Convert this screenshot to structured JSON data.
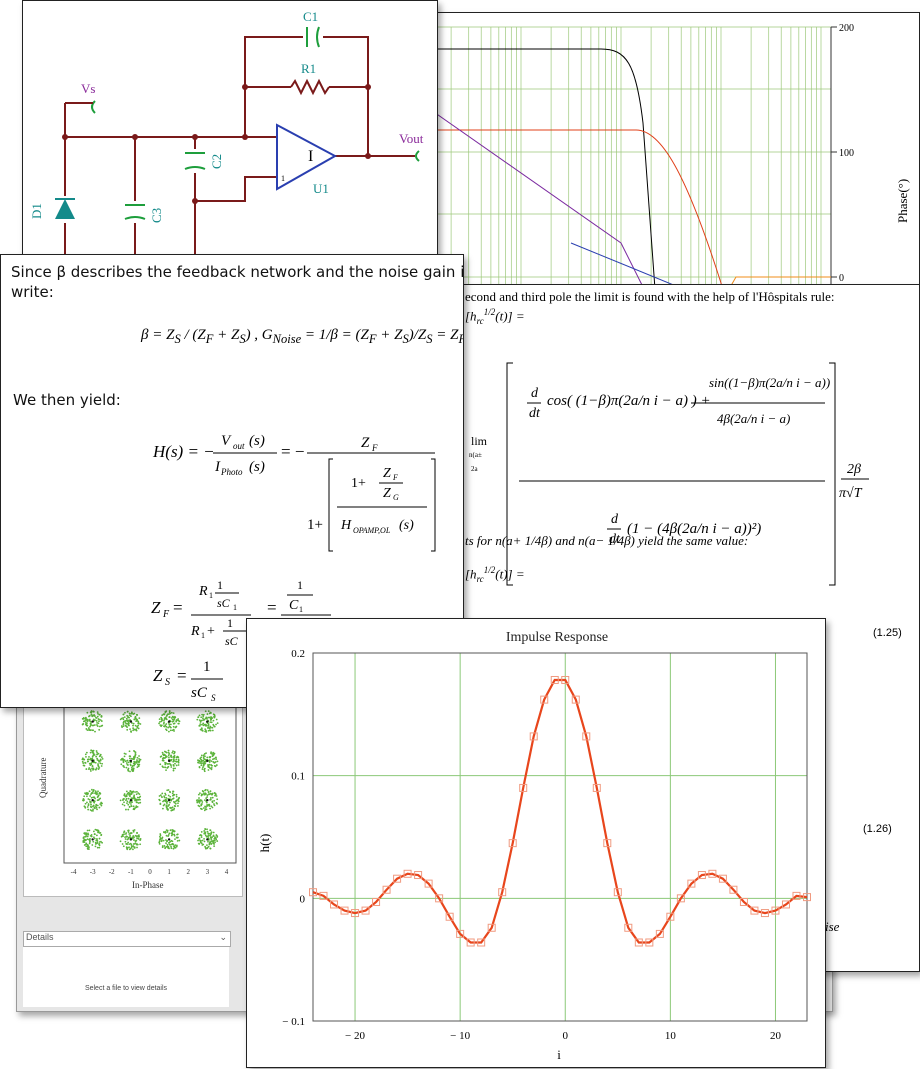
{
  "circuit": {
    "labels": {
      "c1": "C1",
      "r1": "R1",
      "vs": "Vs",
      "vout": "Vout",
      "c2": "C2",
      "u1": "U1",
      "d1": "D1",
      "c3": "C3",
      "opamp_sign": "I",
      "opamp_pin": "1"
    }
  },
  "bode": {
    "right_axis_label": "Phase(°)",
    "right_ticks": [
      "200",
      "100",
      "0"
    ]
  },
  "doc_text": {
    "intro": "Since β describes the feedback network and the noise gain is t",
    "intro2": "write:",
    "then_yield": "We then yield:"
  },
  "pole_doc": {
    "line1": "econd and third pole the limit is found with the help of l'Hôspitals rule:",
    "line2": "ts for n(a+ 1/4β) and n(a− 1/4β) yield the same value:",
    "eq125": "(1.25)",
    "eq126": "(1.26)",
    "trailing": "ise"
  },
  "constellation": {
    "x_label": "In-Phase",
    "y_label": "Quadrature",
    "x_ticks": [
      "-4",
      "-3",
      "-2",
      "-1",
      "0",
      "1",
      "2",
      "3",
      "4"
    ],
    "details_label": "Details",
    "select_file": "Select a file to view details"
  },
  "chart_data": {
    "type": "line",
    "title": "Impulse Response",
    "xlabel": "i",
    "ylabel": "h(t)",
    "xlim": [
      -24,
      23
    ],
    "ylim": [
      -0.1,
      0.2
    ],
    "x_ticks": [
      -20,
      -10,
      0,
      10,
      20
    ],
    "x_tick_labels": [
      "− 20",
      "− 10",
      "0",
      "10",
      "20"
    ],
    "y_ticks": [
      -0.1,
      0,
      0.1,
      0.2
    ],
    "y_tick_labels": [
      "− 0.1",
      "0",
      "0.1",
      "0.2"
    ],
    "grid": true,
    "series": [
      {
        "color": "#e8461c",
        "x": [
          -24,
          -23,
          -22,
          -21,
          -20,
          -19,
          -18,
          -17,
          -16,
          -15,
          -14,
          -13,
          -12,
          -11,
          -10,
          -9,
          -8,
          -7,
          -6,
          -5,
          -4,
          -3,
          -2,
          -1,
          0,
          1,
          2,
          3,
          4,
          5,
          6,
          7,
          8,
          9,
          10,
          11,
          12,
          13,
          14,
          15,
          16,
          17,
          18,
          19,
          20,
          21,
          22,
          23
        ],
        "values": [
          0.005,
          0.002,
          -0.005,
          -0.01,
          -0.012,
          -0.01,
          -0.003,
          0.007,
          0.016,
          0.02,
          0.019,
          0.012,
          0.0,
          -0.015,
          -0.029,
          -0.036,
          -0.036,
          -0.024,
          0.005,
          0.045,
          0.09,
          0.132,
          0.162,
          0.178,
          0.178,
          0.162,
          0.132,
          0.09,
          0.045,
          0.005,
          -0.024,
          -0.036,
          -0.036,
          -0.029,
          -0.015,
          0.0,
          0.012,
          0.019,
          0.02,
          0.016,
          0.007,
          -0.003,
          -0.01,
          -0.012,
          -0.01,
          -0.005,
          0.002,
          0.001
        ]
      }
    ]
  }
}
